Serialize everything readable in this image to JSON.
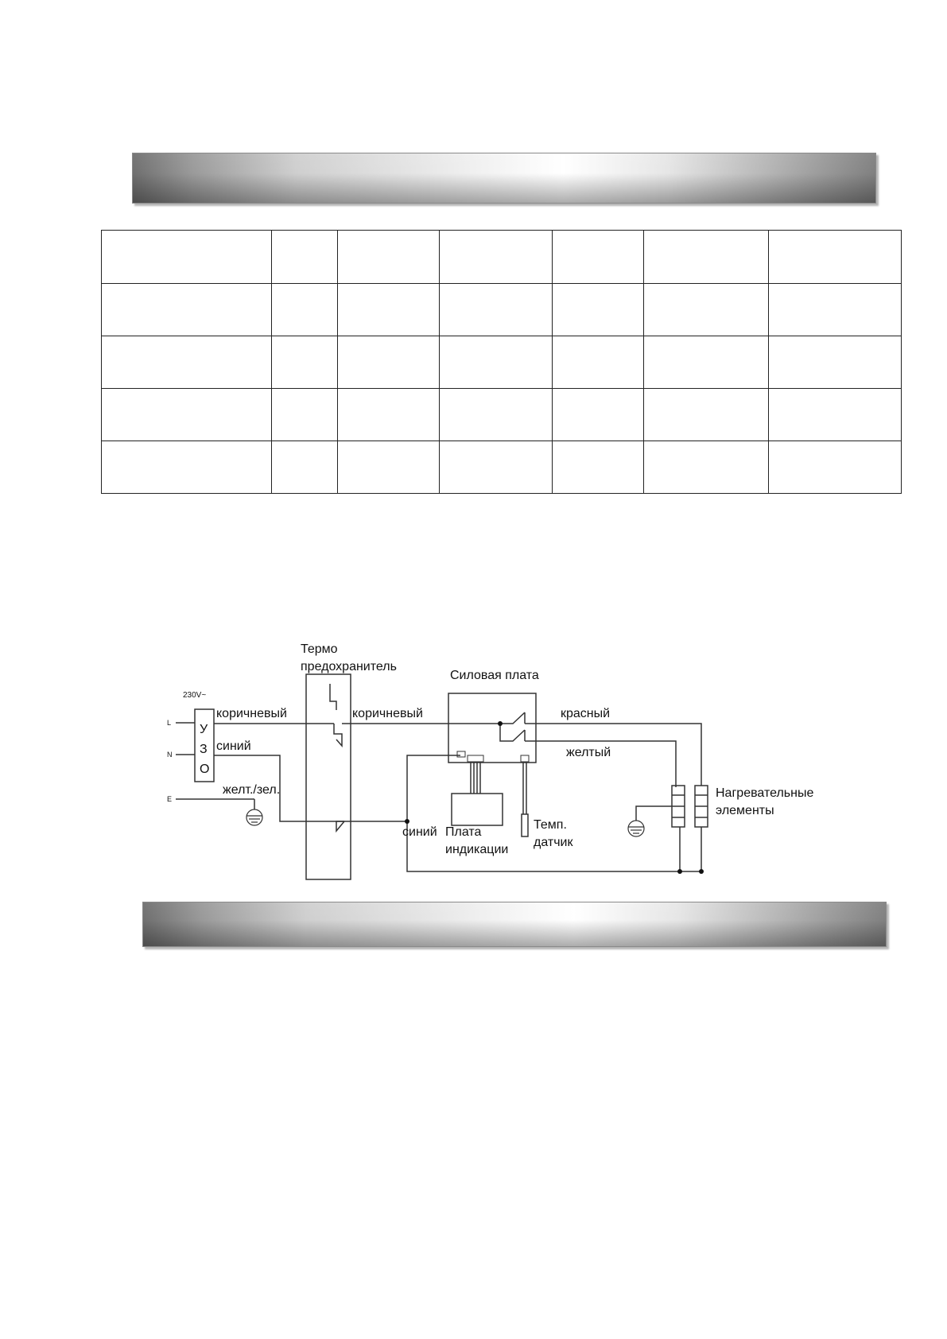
{
  "spec_table": {
    "rows": [
      [
        "",
        "",
        "",
        "",
        "",
        "",
        ""
      ],
      [
        "",
        "",
        "",
        "",
        "",
        "",
        ""
      ],
      [
        "",
        "",
        "",
        "",
        "",
        "",
        ""
      ],
      [
        "",
        "",
        "",
        "",
        "",
        "",
        ""
      ],
      [
        "",
        "",
        "",
        "",
        "",
        "",
        ""
      ]
    ]
  },
  "diagram": {
    "supply_voltage": "230V~",
    "terminal_l": "L",
    "terminal_n": "N",
    "terminal_e": "E",
    "rcd_letters": [
      "У",
      "З",
      "О"
    ],
    "wire_brown_1": "коричневый",
    "wire_blue_1": "синий",
    "wire_yellow_green": "желт./зел.",
    "thermal_fuse_line1": "Термо",
    "thermal_fuse_line2": "предохранитель",
    "wire_brown_2": "коричневый",
    "power_board": "Силовая плата",
    "wire_red": "красный",
    "wire_yellow": "желтый",
    "heating_elements_line1": "Нагревательные",
    "heating_elements_line2": "элементы",
    "wire_blue_2": "синий",
    "display_board_line1": "Плата",
    "display_board_line2": "индикации",
    "temp_sensor_line1": "Темп.",
    "temp_sensor_line2": "датчик"
  }
}
